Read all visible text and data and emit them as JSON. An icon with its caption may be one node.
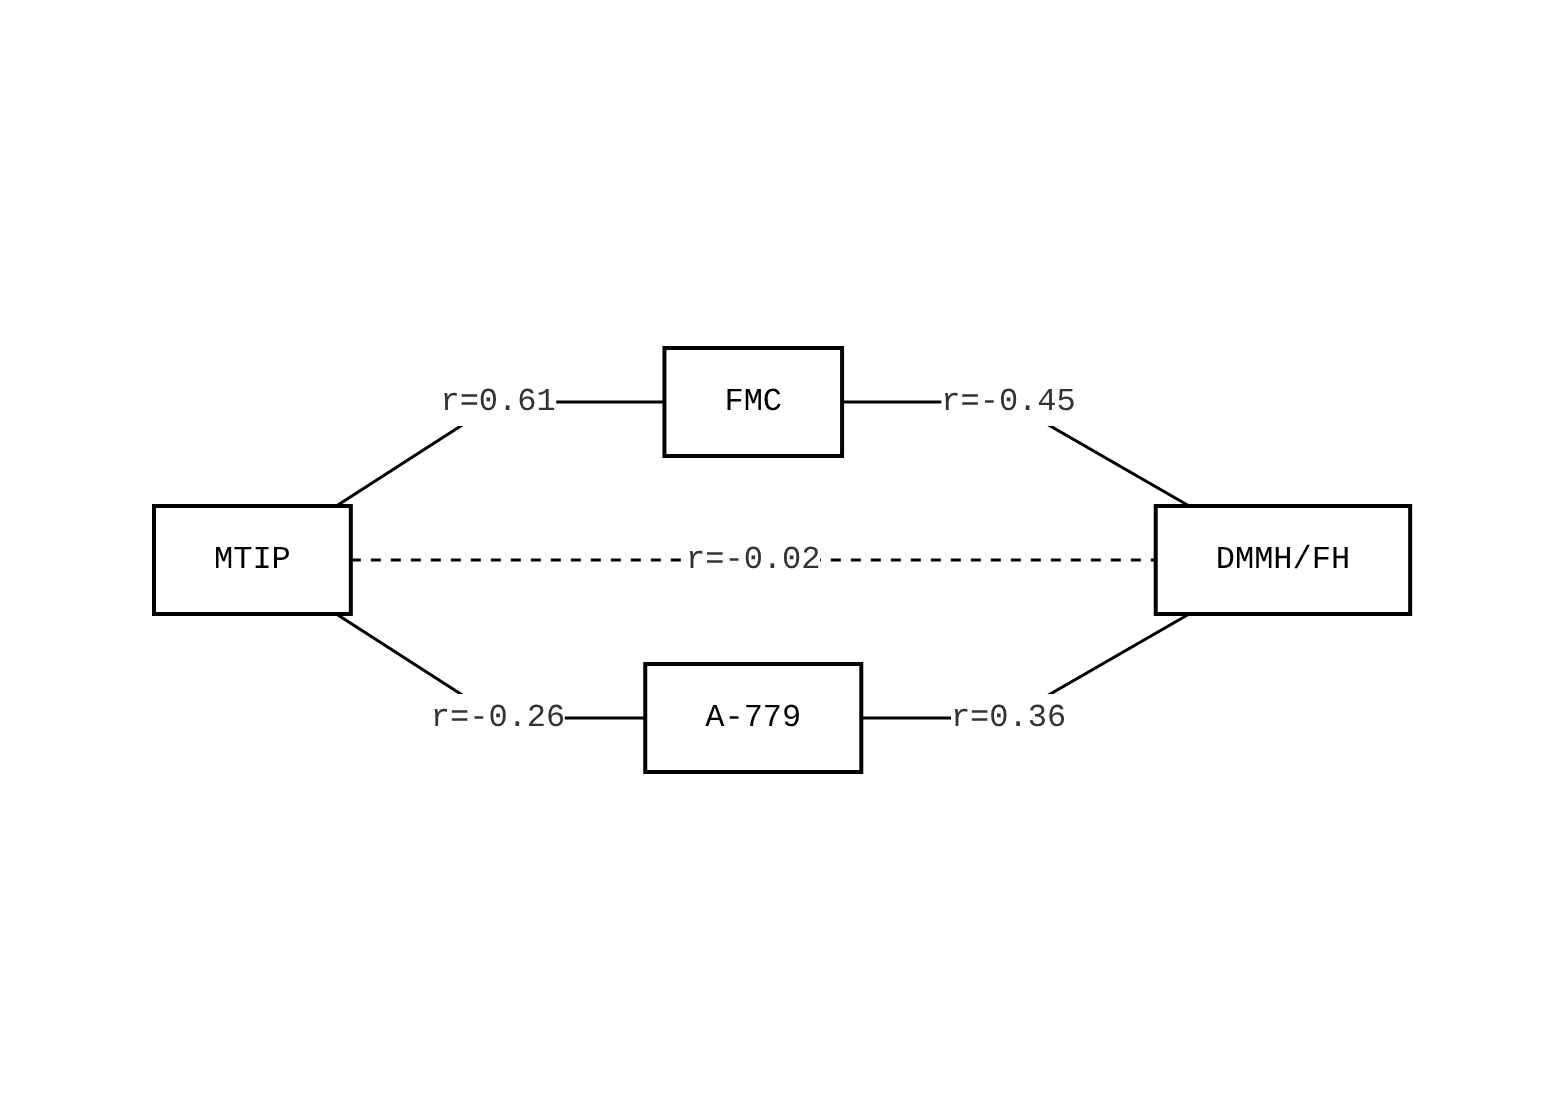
{
  "diagram": {
    "nodes": [
      {
        "text": [
          "FMC"
        ]
      },
      {
        "text": [
          "MTIP"
        ]
      },
      {
        "text": [
          "DMMH/FH"
        ]
      },
      {
        "text": [
          "A-779"
        ]
      }
    ],
    "edges": [
      {
        "from": 1,
        "to": 0,
        "arrow": "none",
        "label": "r=0.61"
      },
      {
        "from": 0,
        "to": 2,
        "arrow": "none",
        "label": "r=-0.45"
      },
      {
        "from": 1,
        "to": 2,
        "arrow": "none",
        "label": "r=-0.02",
        "style": "dashed"
      },
      {
        "from": 1,
        "to": 3,
        "arrow": "none",
        "label": "r=-0.26"
      },
      {
        "from": 3,
        "to": 2,
        "arrow": "none",
        "label": "r=0.36"
      }
    ]
  }
}
